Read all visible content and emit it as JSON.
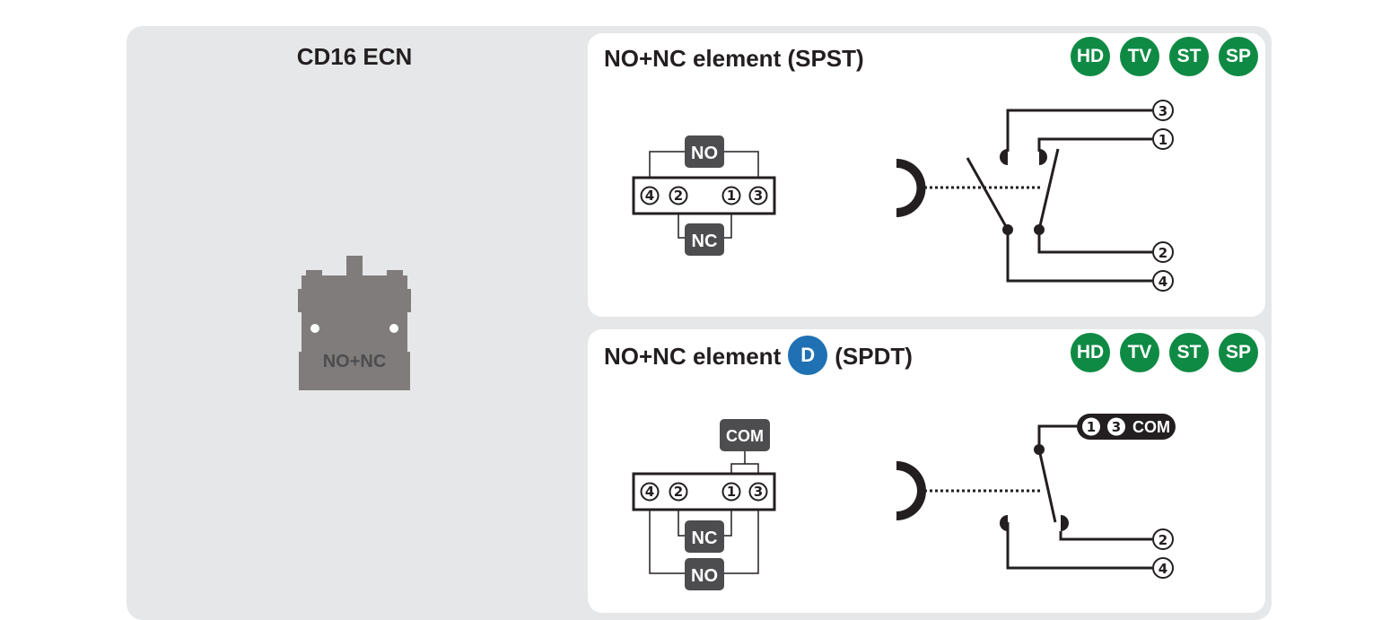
{
  "left_panel": {
    "title": "CD16 ECN",
    "component_label": "NO+NC"
  },
  "panels": [
    {
      "title": "NO+NC element (SPST)",
      "badges": [
        "HD",
        "TV",
        "ST",
        "SP"
      ],
      "block_labels": {
        "top": "NO",
        "bottom": "NC"
      },
      "block_pins": [
        "4",
        "2",
        "1",
        "3"
      ],
      "terminals": [
        "3",
        "1",
        "2",
        "4"
      ]
    },
    {
      "title_before": "NO+NC element",
      "title_badge": "D",
      "title_after": "(SPDT)",
      "badges": [
        "HD",
        "TV",
        "ST",
        "SP"
      ],
      "block_labels": {
        "top": "COM",
        "middle": "NC",
        "bottom": "NO"
      },
      "block_pins": [
        "4",
        "2",
        "1",
        "3"
      ],
      "com_terminal": {
        "pins": [
          "1",
          "3"
        ],
        "label": "COM"
      },
      "terminals": [
        "2",
        "4"
      ]
    }
  ],
  "colors": {
    "panel_bg": "#e6e7e8",
    "badge_green": "#0f8a44",
    "badge_blue": "#1f71b3",
    "label_dark": "#4d4d4f",
    "component_gray": "#807c7b"
  }
}
